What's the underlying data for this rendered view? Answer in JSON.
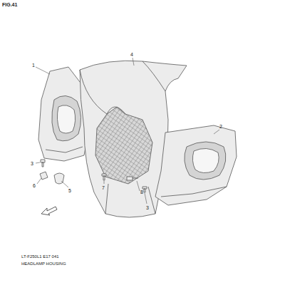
{
  "diagram": {
    "labels": [
      "FIG.41",
      "1",
      "4",
      "2",
      "3",
      "6",
      "5",
      "7",
      "8",
      "3",
      "LT-F250L1 E17 041",
      "HEADLAMP HOUSING"
    ]
  }
}
